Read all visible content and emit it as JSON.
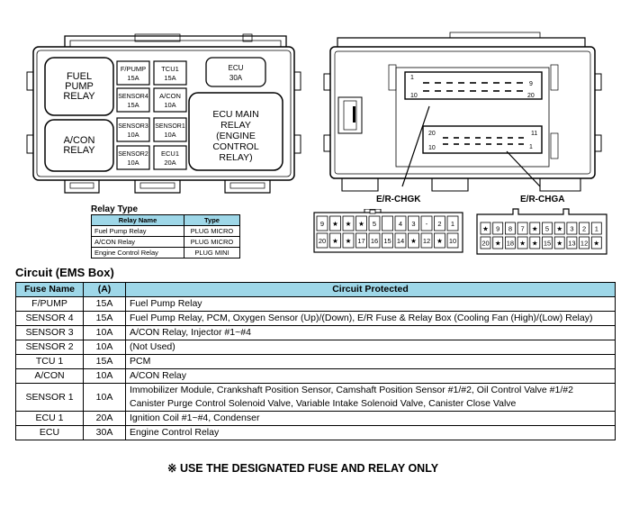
{
  "fuse_box": {
    "fuel_pump_relay": [
      "FUEL",
      "PUMP",
      "RELAY"
    ],
    "acon_relay": [
      "A/CON",
      "RELAY"
    ],
    "ecu_main_relay": [
      "ECU MAIN",
      "RELAY",
      "(ENGINE",
      "CONTROL",
      "RELAY)"
    ],
    "fuses": [
      {
        "name": "F/PUMP",
        "amp": "15A"
      },
      {
        "name": "TCU1",
        "amp": "15A"
      },
      {
        "name": "SENSOR4",
        "amp": "15A"
      },
      {
        "name": "A/CON",
        "amp": "10A"
      },
      {
        "name": "SENSOR3",
        "amp": "10A"
      },
      {
        "name": "SENSOR1",
        "amp": "10A"
      },
      {
        "name": "SENSOR2",
        "amp": "10A"
      },
      {
        "name": "ECU1",
        "amp": "20A"
      },
      {
        "name": "ECU",
        "amp": "30A"
      }
    ]
  },
  "connector_view": {
    "pins": {
      "p1": "1",
      "p9": "9",
      "p10": "10",
      "p20": "20",
      "p20b": "20",
      "p11": "11",
      "p1b": "1",
      "p10b": "10"
    },
    "labels": {
      "chgk": "E/R-CHGK",
      "chga": "E/R-CHGA"
    }
  },
  "chgk": {
    "row1": [
      "9",
      "★",
      "★",
      "★",
      "5",
      "",
      "4",
      "3",
      "-",
      "2",
      "1"
    ],
    "row2": [
      "20",
      "★",
      "★",
      "17",
      "16",
      "15",
      "14",
      "★",
      "12",
      "★",
      "10"
    ]
  },
  "chga": {
    "row1": [
      "★",
      "9",
      "8",
      "7",
      "★",
      "5",
      "★",
      "3",
      "2",
      "1"
    ],
    "row2": [
      "20",
      "★",
      "18",
      "★",
      "★",
      "15",
      "★",
      "13",
      "12",
      "★"
    ]
  },
  "relay_type": {
    "title": "Relay Type",
    "headers": [
      "Relay Name",
      "Type"
    ],
    "rows": [
      [
        "Fuel Pump Relay",
        "PLUG MICRO"
      ],
      [
        "A/CON Relay",
        "PLUG MICRO"
      ],
      [
        "Engine Control Relay",
        "PLUG MINI"
      ]
    ]
  },
  "ems": {
    "title": "Circuit (EMS Box)",
    "headers": [
      "Fuse Name",
      "(A)",
      "Circuit Protected"
    ],
    "rows": [
      {
        "name": "F/PUMP",
        "amp": "15A",
        "circuit": [
          "Fuel Pump Relay"
        ]
      },
      {
        "name": "SENSOR 4",
        "amp": "15A",
        "circuit": [
          "Fuel Pump Relay, PCM, Oxygen Sensor (Up)/(Down), E/R Fuse & Relay Box (Cooling Fan (High)/(Low) Relay)"
        ]
      },
      {
        "name": "SENSOR 3",
        "amp": "10A",
        "circuit": [
          "A/CON Relay, Injector #1~#4"
        ]
      },
      {
        "name": "SENSOR 2",
        "amp": "10A",
        "circuit": [
          "(Not Used)"
        ]
      },
      {
        "name": "TCU 1",
        "amp": "15A",
        "circuit": [
          "PCM"
        ]
      },
      {
        "name": "A/CON",
        "amp": "10A",
        "circuit": [
          "A/CON Relay"
        ]
      },
      {
        "name": "SENSOR 1",
        "amp": "10A",
        "circuit": [
          "Immobilizer Module, Crankshaft Position Sensor, Camshaft Position Sensor #1/#2, Oil Control Valve #1/#2",
          "Canister Purge Control Solenoid Valve, Variable Intake Solenoid Valve, Canister Close Valve"
        ]
      },
      {
        "name": "ECU 1",
        "amp": "20A",
        "circuit": [
          "Ignition Coil #1~#4, Condenser"
        ]
      },
      {
        "name": "ECU",
        "amp": "30A",
        "circuit": [
          "Engine Control Relay"
        ]
      }
    ]
  },
  "note": "※ USE THE DESIGNATED FUSE AND RELAY ONLY"
}
